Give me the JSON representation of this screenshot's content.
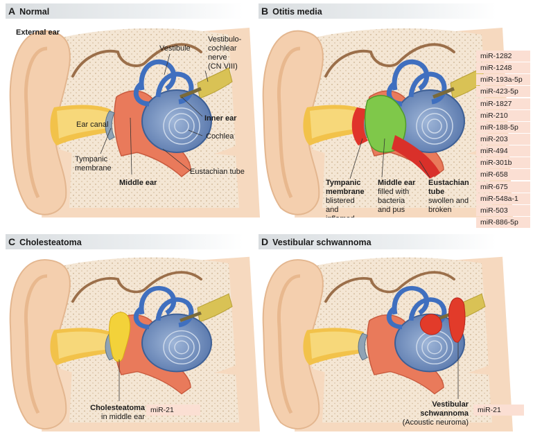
{
  "panels": {
    "a": {
      "letter": "A",
      "title": "Normal"
    },
    "b": {
      "letter": "B",
      "title": "Otitis media"
    },
    "c": {
      "letter": "C",
      "title": "Cholesteatoma"
    },
    "d": {
      "letter": "D",
      "title": "Vestibular schwannoma"
    }
  },
  "labels_a": {
    "external_ear": "External ear",
    "vestibule": "Vestibule",
    "nerve": [
      "Vestibulo-",
      "cochlear",
      "nerve",
      "(CN VIII)"
    ],
    "inner_ear": "Inner ear",
    "ear_canal": "Ear canal",
    "cochlea": "Cochlea",
    "tympanic_membrane": [
      "Tympanic",
      "membrane"
    ],
    "middle_ear": "Middle ear",
    "eustachian_tube": "Eustachian tube"
  },
  "labels_b": {
    "tympanic_title": [
      "Tympanic",
      "membrane"
    ],
    "tympanic_desc": [
      "blistered",
      "and",
      "inflamed"
    ],
    "middle_title": "Middle ear",
    "middle_desc": [
      "filled with",
      "bacteria",
      "and pus"
    ],
    "eustachian_title": [
      "Eustachian",
      "tube"
    ],
    "eustachian_desc": [
      "swollen and",
      "broken"
    ]
  },
  "mirnas_b": [
    "miR-1282",
    "miR-1248",
    "miR-193a-5p",
    "miR-423-5p",
    "miR-1827",
    "miR-210",
    "miR-188-5p",
    "miR-203",
    "miR-494",
    "miR-301b",
    "miR-658",
    "miR-675",
    "miR-548a-1",
    "miR-503",
    "miR-886-5p"
  ],
  "labels_c": {
    "title": "Cholesteatoma",
    "desc": "in middle ear",
    "mirna": "miR-21"
  },
  "labels_d": {
    "title": [
      "Vestibular",
      "schwannoma"
    ],
    "desc": "(Acoustic neuroma)",
    "mirna": "miR-21"
  },
  "colors": {
    "skin": "#f6d9bf",
    "skin_dark": "#eec3a0",
    "canal": "#f2c24a",
    "bone": "#f4e6d4",
    "bone_texture": "#c9ae8c",
    "cochlea": "#5b7fb6",
    "cochlea_light": "#8fa9cf",
    "canals": "#3f6fbf",
    "middle_ear": "#e97a5b",
    "nerve": "#d9c255",
    "infection": "#7fc84a",
    "inflamed": "#e0342b",
    "cholesteatoma": "#f3d23a",
    "tumor": "#e23b2a",
    "mirna_bg": "#fbdfd3"
  }
}
